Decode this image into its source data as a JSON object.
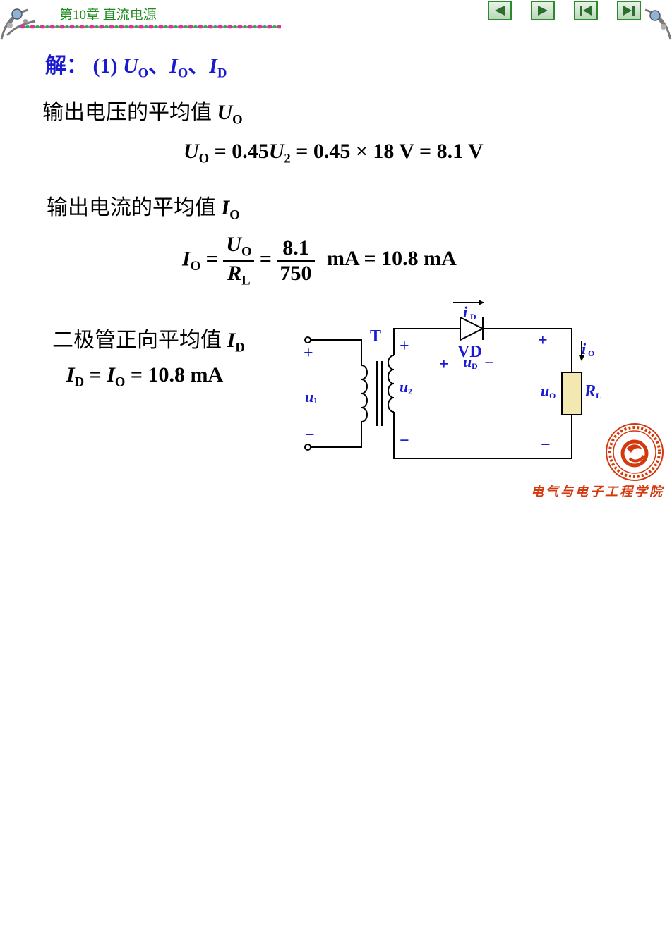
{
  "header": {
    "chapter": "第10章  直流电源",
    "nav": [
      {
        "name": "prev-icon"
      },
      {
        "name": "next-icon"
      },
      {
        "name": "first-icon"
      },
      {
        "name": "last-icon"
      }
    ]
  },
  "content": {
    "solution_label": "解：",
    "part": "(1)",
    "heading_vars": [
      "U",
      "O",
      "、",
      "I",
      "O",
      "、",
      "I",
      "D"
    ],
    "uo_label": "输出电压的平均值",
    "uo_eq": {
      "lhs": "U",
      "lhs_sub": "O",
      "t1": "= 0.45",
      "u2": "U",
      "u2_sub": "2",
      "t2": "= 0.45 × 18  V = 8.1  V"
    },
    "io_label": "输出电流的平均值",
    "io_eq": {
      "lhs": "I",
      "lhs_sub": "O",
      "num": "U",
      "num_sub": "O",
      "den": "R",
      "den_sub": "L",
      "num2": "8.1",
      "den2": "750",
      "result": "mA = 10.8  mA"
    },
    "id_label": "二极管正向平均值",
    "id_eq": {
      "a": "I",
      "a_sub": "D",
      "b": "I",
      "b_sub": "O",
      "result": "= 10.8   mA"
    }
  },
  "circuit": {
    "transformer": "T",
    "diode": "VD",
    "id_label": "i",
    "id_sub": "D",
    "io_label": "i",
    "io_sub": "O",
    "u1": "u",
    "u1_sub": "1",
    "u2": "u",
    "u2_sub": "2",
    "ud": "u",
    "ud_sub": "D",
    "uo": "u",
    "uo_sub": "O",
    "rl": "R",
    "rl_sub": "L",
    "plus": "+",
    "minus": "−"
  },
  "footer": {
    "school": "电气与电子工程学院"
  },
  "colors": {
    "accent_blue": "#1a1ad0",
    "header_green": "#1a8a1a",
    "logo_red": "#d4380d"
  }
}
